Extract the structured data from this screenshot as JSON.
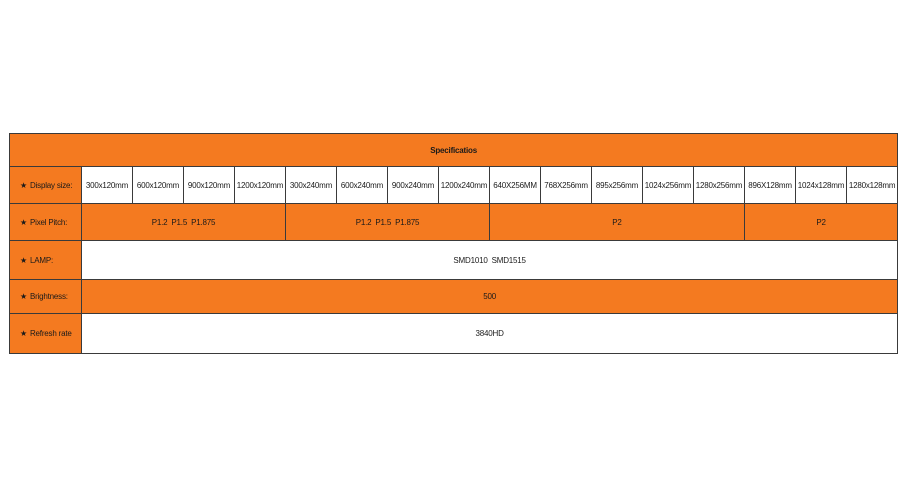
{
  "title": "Specificatios",
  "star": "★",
  "rows": {
    "display_size": {
      "label": "Display size:",
      "values": [
        "300x120mm",
        "600x120mm",
        "900x120mm",
        "1200x120mm",
        "300x240mm",
        "600x240mm",
        "900x240mm",
        "1200x240mm",
        "640X256MM",
        "768X256mm",
        "895x256mm",
        "1024x256mm",
        "1280x256mm",
        "896X128mm",
        "1024x128mm",
        "1280x128mm"
      ]
    },
    "pixel_pitch": {
      "label": "Pixel Pitch:",
      "groups": [
        "P1.2  P1.5  P1.875",
        "P1.2  P1.5  P1.875",
        "P2",
        "P2"
      ]
    },
    "lamp": {
      "label": "LAMP:",
      "value": "SMD1010  SMD1515"
    },
    "brightness": {
      "label": "Brightness:",
      "value": "500"
    },
    "refresh_rate": {
      "label": "Refresh rate",
      "value": "3840HD"
    }
  },
  "colors": {
    "accent": "#f47a20",
    "border": "#3a3a3a"
  }
}
